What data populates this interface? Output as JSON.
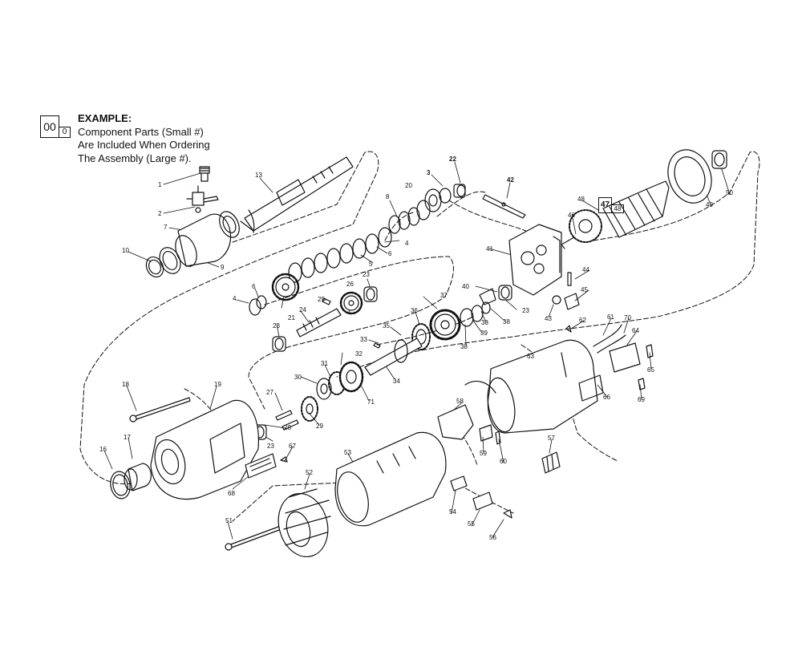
{
  "legend": {
    "big_number": "00",
    "small_number": "0",
    "title": "EXAMPLE:",
    "lines": [
      "Component Parts (Small #)",
      "Are Included When Ordering",
      "The Assembly (Large #)."
    ]
  },
  "assembly_box": {
    "big": "47",
    "small": "48"
  },
  "part_labels": {
    "p1": "1",
    "p2": "2",
    "p3": "3",
    "p4a": "4",
    "p4b": "4",
    "p5": "5",
    "p6a": "6",
    "p6b": "6",
    "p7": "7",
    "p8": "8",
    "p9": "9",
    "p10": "10",
    "p13": "13",
    "p16": "16",
    "p17": "17",
    "p18": "18",
    "p19": "19",
    "p20": "20",
    "p21": "21",
    "p22": "22",
    "p23a": "23",
    "p23b": "23",
    "p23c": "23",
    "p23d": "23",
    "p24": "24",
    "p25": "25",
    "p26": "26",
    "p27": "27",
    "p28": "28",
    "p29": "29",
    "p30": "30",
    "p31": "31",
    "p32": "32",
    "p33": "33",
    "p34": "34",
    "p35": "35",
    "p36": "36",
    "p37": "37",
    "p38a": "38",
    "p38b": "38",
    "p39": "39",
    "p40": "40",
    "p41": "41",
    "p42": "42",
    "p43": "43",
    "p44": "44",
    "p45": "45",
    "p46": "46",
    "p48": "48",
    "p49": "49",
    "p50": "50",
    "p51": "51",
    "p52": "52",
    "p53": "53",
    "p54": "54",
    "p55": "55",
    "p56": "56",
    "p57": "57",
    "p58": "58",
    "p59": "59",
    "p60": "60",
    "p61": "61",
    "p62": "62",
    "p63": "63",
    "p64": "64",
    "p65": "65",
    "p66": "66",
    "p67": "67",
    "p68": "68",
    "p69": "69",
    "p70": "70",
    "p71": "71"
  }
}
